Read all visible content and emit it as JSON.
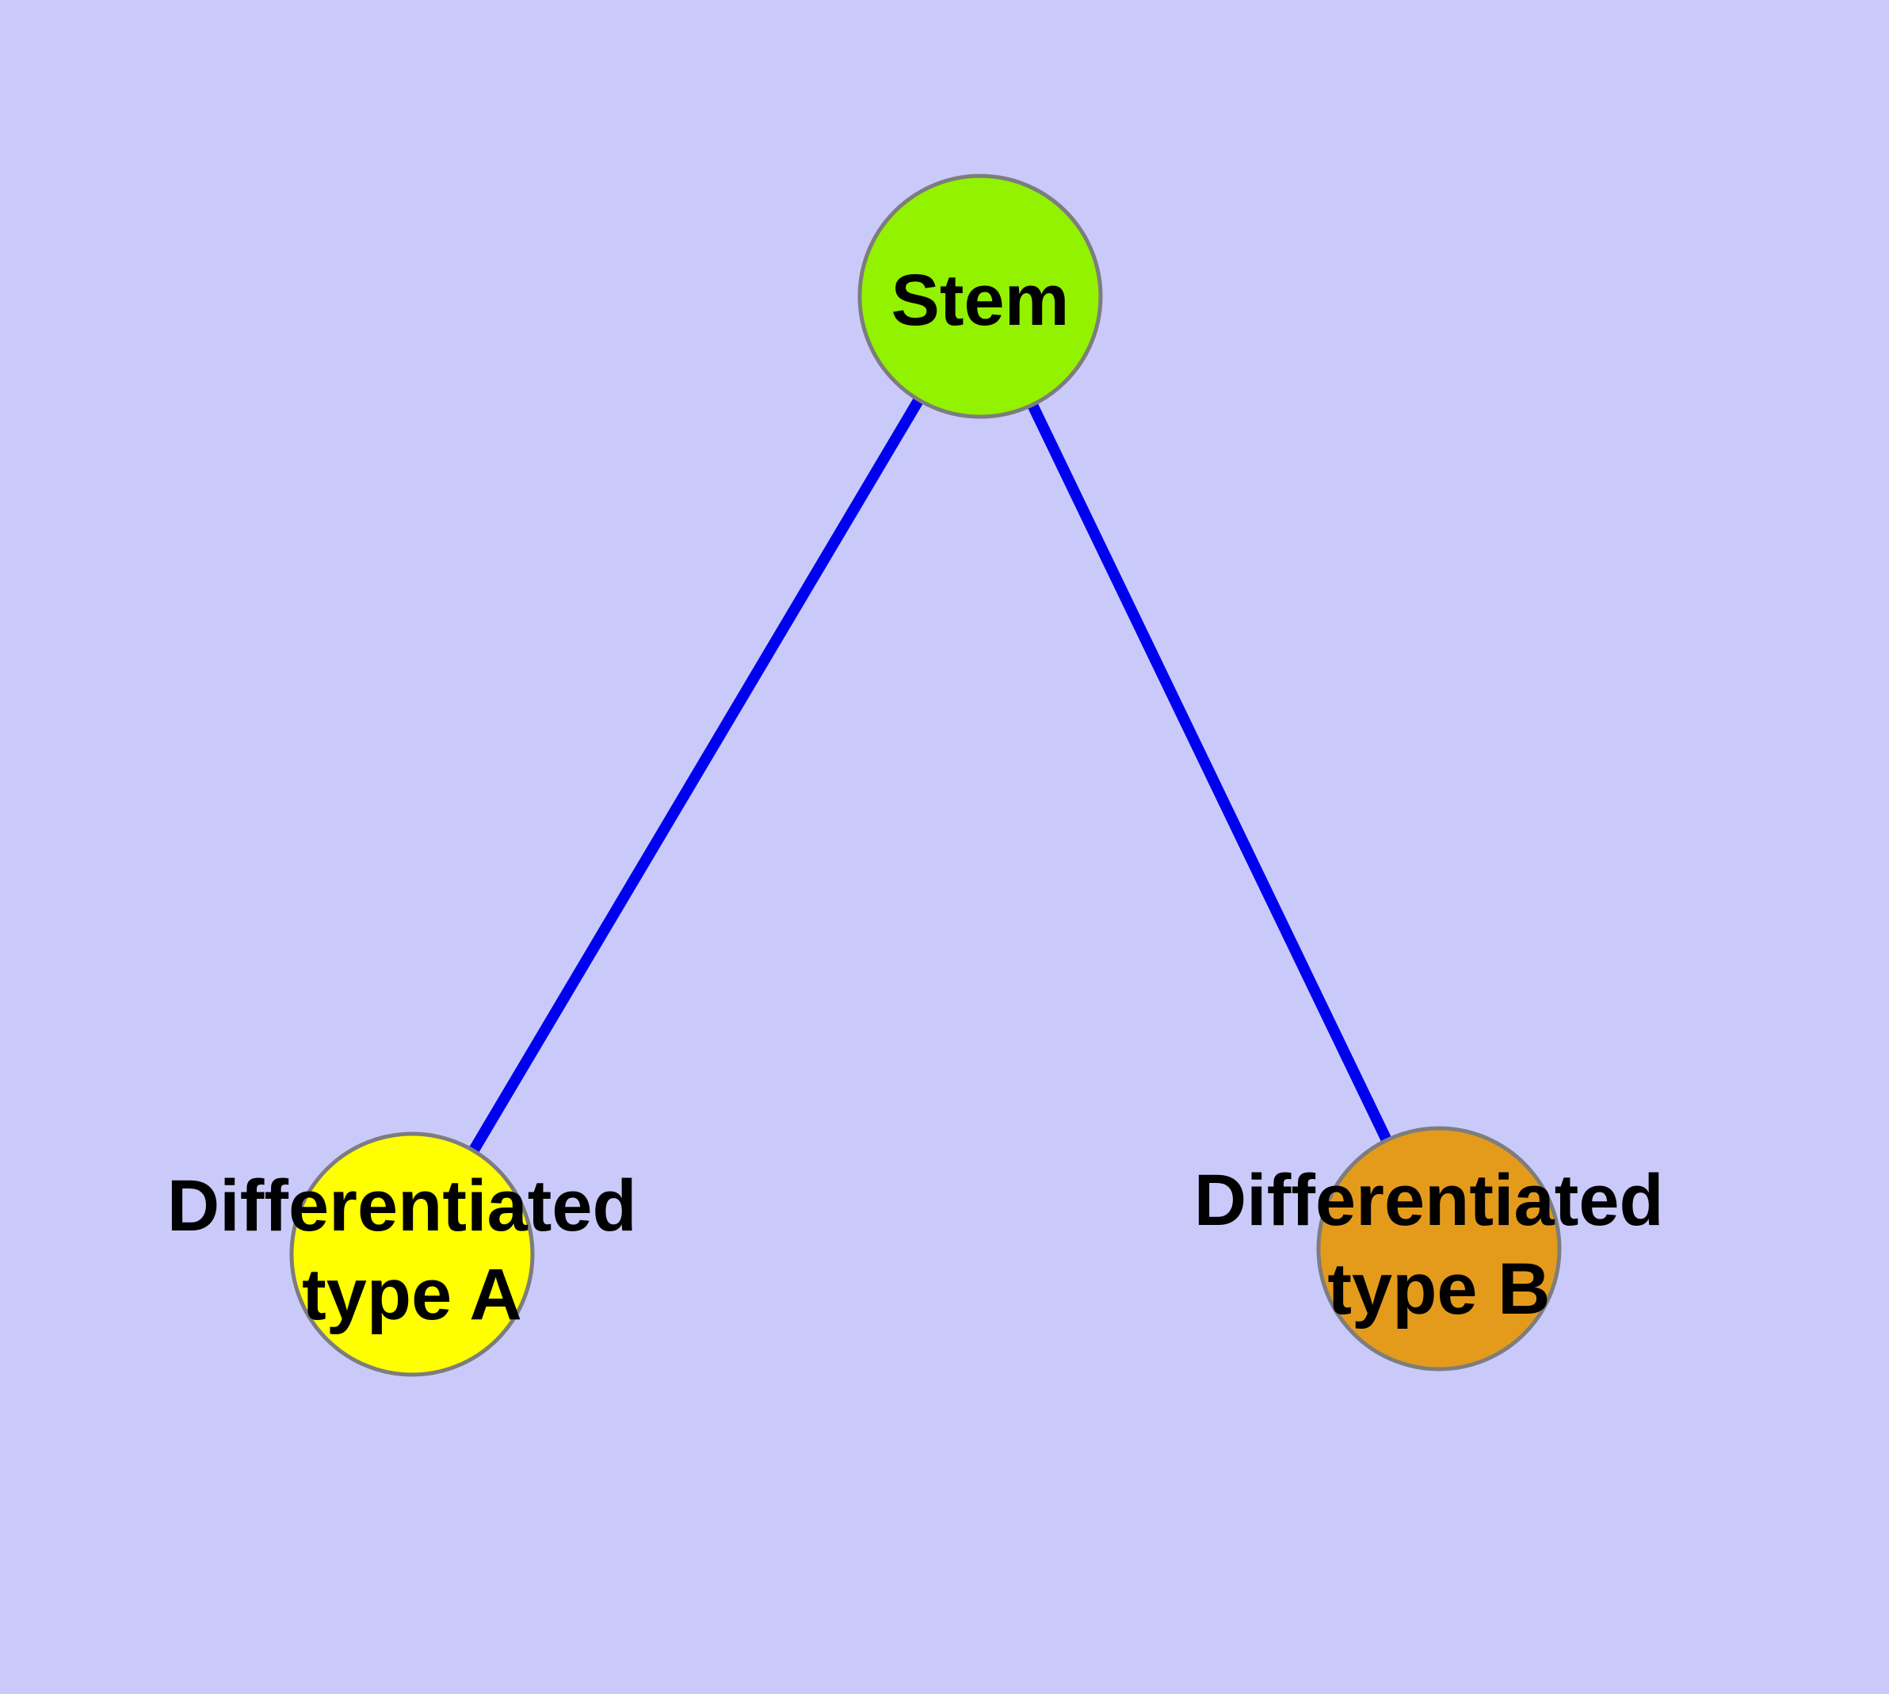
{
  "diagram": {
    "type": "node-link-graph",
    "background_color": "#CACAFA",
    "node_border_color": "#7D7D7D",
    "edge_color": "#0000F0",
    "label_color": "#000000",
    "nodes": [
      {
        "id": "stem",
        "label": "Stem",
        "label_lines": [
          "Stem"
        ],
        "fill": "#92F200"
      },
      {
        "id": "differentiated-type-a",
        "label": "Differentiated type A",
        "label_lines": [
          "Differentiated",
          "type A"
        ],
        "fill": "#FFFF00"
      },
      {
        "id": "differentiated-type-b",
        "label": "Differentiated type B",
        "label_lines": [
          "Differentiated",
          "type B"
        ],
        "fill": "#E49B1C"
      }
    ],
    "edges": [
      {
        "from": "Stem",
        "to": "Differentiated type A"
      },
      {
        "from": "Stem",
        "to": "Differentiated type B"
      }
    ]
  }
}
